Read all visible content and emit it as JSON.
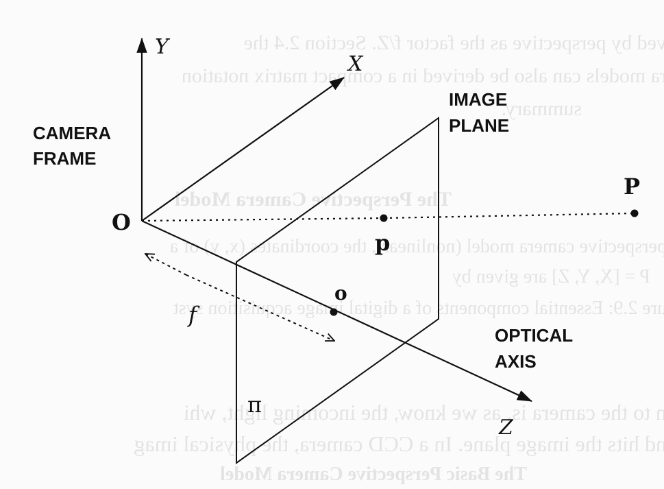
{
  "diagram": {
    "labels": {
      "camera_frame_line1": "CAMERA",
      "camera_frame_line2": "FRAME",
      "image_plane_line1": "IMAGE",
      "image_plane_line2": "PLANE",
      "optical_axis_line1": "OPTICAL",
      "optical_axis_line2": "AXIS",
      "axis_y": "Y",
      "axis_x": "X",
      "axis_z": "Z",
      "origin": "O",
      "focal_length": "f",
      "principal_point": "o",
      "image_point": "p",
      "world_point": "P",
      "plane_symbol": "π"
    }
  },
  "bleed_through": {
    "lines": [
      "ved by perspective as the factor f/Z. Section 2.4 the",
      "ra models can also be derived in a compact matrix notation",
      "summary.",
      "The Perspective Camera Model",
      "perspective camera model (nonlinear), the coordinates (x, y) of a",
      "P = [X, Y, Z] are given by",
      "ure 2.9: Essential components of a digital image acquisition syst",
      "n to the camera is, as we know, the incoming light, whi",
      "nd hits the image plane. In a CCD camera, the physical imag",
      "The Basic Perspective Camera Model"
    ]
  }
}
